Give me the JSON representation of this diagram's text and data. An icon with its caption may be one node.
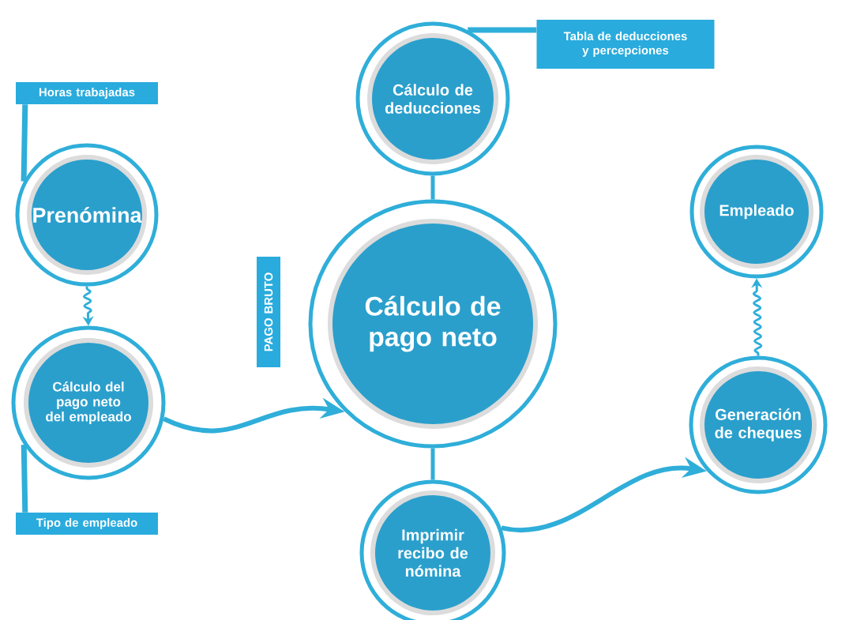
{
  "diagram": {
    "nodes": [
      {
        "text": [
          "Prenómina"
        ]
      },
      {
        "text": [
          "Horas trabajadas"
        ]
      },
      {
        "text": [
          "Cálculo del pago neto del empleado"
        ]
      },
      {
        "text": [
          "Tipo de empleado"
        ]
      },
      {
        "text": [
          "PAGO BRUTO"
        ]
      },
      {
        "text": [
          "Cálculo de deducciones"
        ]
      },
      {
        "text": [
          "Tabla de deducciones y percepciones"
        ]
      },
      {
        "text": [
          "Cálculo de pago neto"
        ]
      },
      {
        "text": [
          "Imprimir recibo de nómina"
        ]
      },
      {
        "text": [
          "Empleado"
        ]
      },
      {
        "text": [
          "Generación de cheques"
        ]
      }
    ],
    "edges": [
      {
        "from": 1,
        "to": 0,
        "arrow": "none"
      },
      {
        "from": 0,
        "to": 2,
        "arrow": "to"
      },
      {
        "from": 3,
        "to": 2,
        "arrow": "none"
      },
      {
        "from": 2,
        "to": 7,
        "arrow": "to"
      },
      {
        "from": 5,
        "to": 7,
        "arrow": "none"
      },
      {
        "from": 6,
        "to": 5,
        "arrow": "none"
      },
      {
        "from": 7,
        "to": 8,
        "arrow": "none"
      },
      {
        "from": 8,
        "to": 10,
        "arrow": "to"
      },
      {
        "from": 10,
        "to": 9,
        "arrow": "to"
      }
    ]
  }
}
